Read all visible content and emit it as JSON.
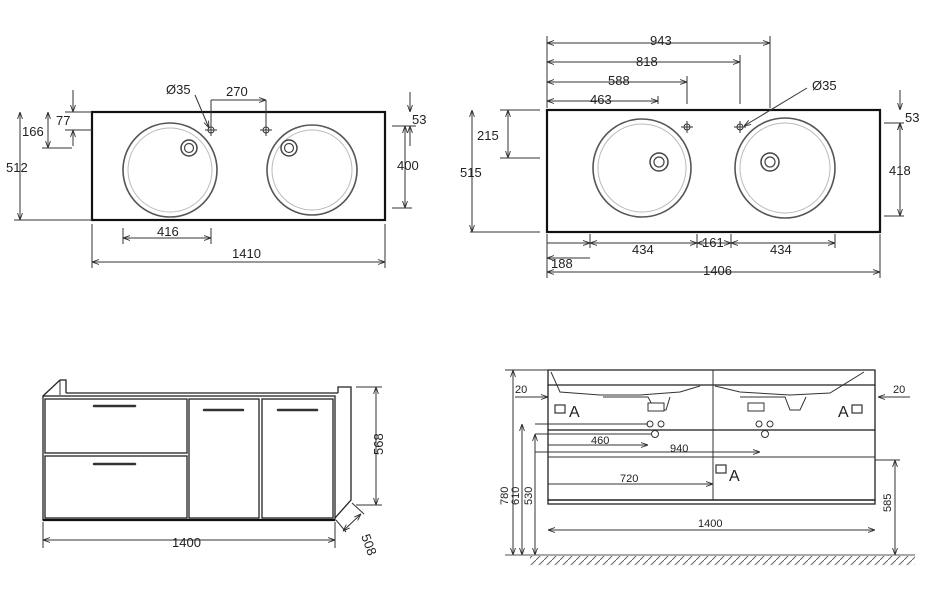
{
  "views": {
    "top_left": {
      "dims": {
        "d35": "Ø35",
        "d270": "270",
        "d77": "77",
        "d166": "166",
        "d512": "512",
        "d53": "53",
        "d400": "400",
        "d416": "416",
        "d1410": "1410"
      }
    },
    "top_right": {
      "dims": {
        "d943": "943",
        "d818": "818",
        "d588": "588",
        "d463": "463",
        "d35": "Ø35",
        "d53": "53",
        "d215": "215",
        "d515": "515",
        "d418": "418",
        "d188": "188",
        "d434a": "434",
        "d161": "161",
        "d434b": "434",
        "d1406": "1406"
      }
    },
    "cabinet": {
      "dims": {
        "d568": "568",
        "d1400": "1400",
        "d508": "508"
      }
    },
    "install": {
      "dims": {
        "d20l": "20",
        "d20r": "20",
        "d460": "460",
        "d940": "940",
        "d720": "720",
        "d1400": "1400",
        "d780": "780",
        "d610": "610",
        "d530": "530",
        "d585": "585"
      },
      "markers": {
        "a1": "A",
        "a2": "A",
        "a3": "A"
      }
    }
  }
}
